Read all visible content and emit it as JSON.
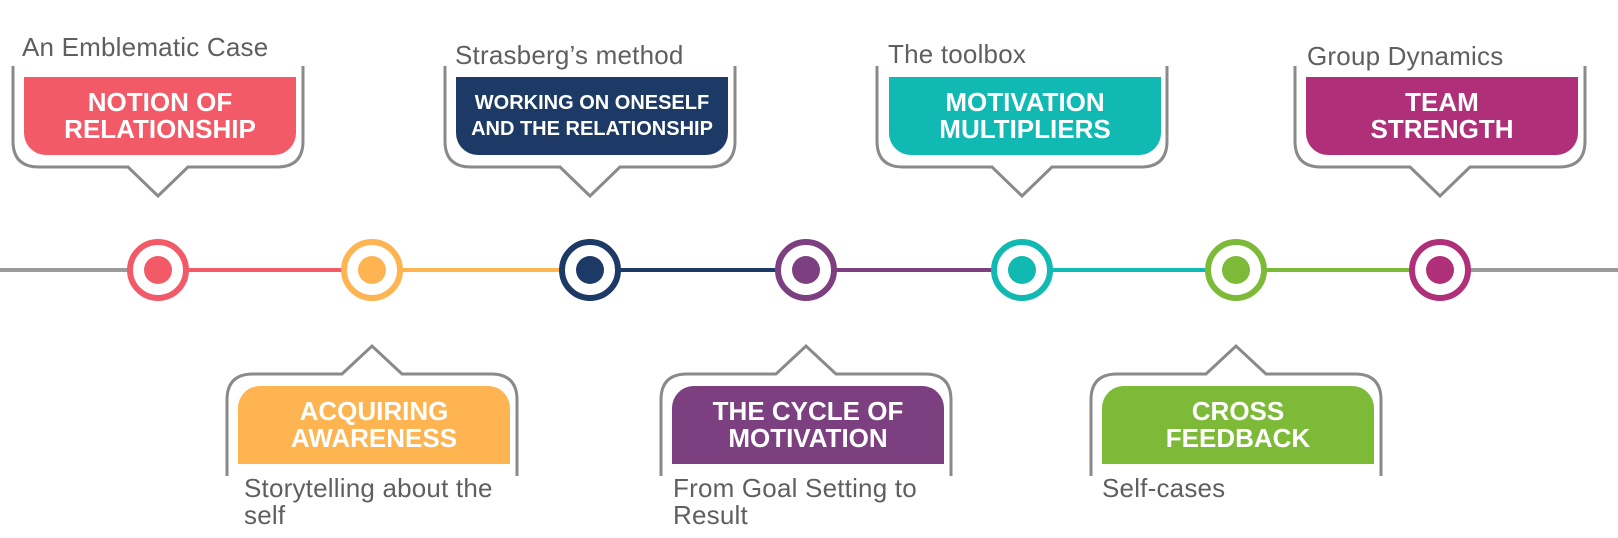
{
  "colors": {
    "track_end": "#9b9b9b",
    "callout_border": "#8a8a8a",
    "caption_text": "#5f5f5f"
  },
  "milestones": [
    {
      "color": "#f25a68",
      "position": "top",
      "caption": "An Emblematic Case",
      "box_text": "NOTION OF RELATIONSHIP"
    },
    {
      "color": "#fdb451",
      "position": "bottom",
      "caption": "Storytelling about the self",
      "box_text": "ACQUIRING AWARENESS"
    },
    {
      "color": "#1d3a66",
      "position": "top",
      "caption": "Strasberg’s method",
      "box_text": "WORKING ON ONESELF AND THE RELATIONSHIP"
    },
    {
      "color": "#7c4081",
      "position": "bottom",
      "caption": "From Goal Setting to Result",
      "box_text": "THE CYCLE OF MOTIVATION"
    },
    {
      "color": "#10b9b2",
      "position": "top",
      "caption": "The toolbox",
      "box_text": "MOTIVATION MULTIPLIERS"
    },
    {
      "color": "#7cba38",
      "position": "bottom",
      "caption": "Self-cases",
      "box_text": "CROSS FEEDBACK"
    },
    {
      "color": "#af2f78",
      "position": "top",
      "caption": "Group Dynamics",
      "box_text": "TEAM STRENGTH"
    }
  ]
}
